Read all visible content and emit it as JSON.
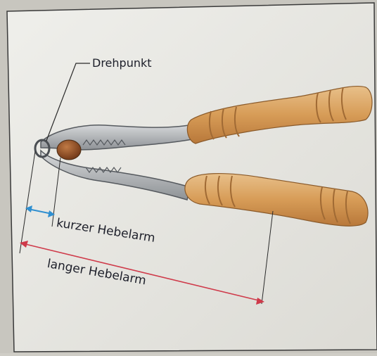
{
  "labels": {
    "pivot": "Drehpunkt",
    "short_arm": "kurzer Hebelarm",
    "long_arm": "langer Hebelarm"
  },
  "colors": {
    "short_arm": "#2f8fd0",
    "long_arm": "#cf3a4a",
    "wood": "#d8a060",
    "metal": "#b9bcc0",
    "nut": "#8a4a22"
  }
}
